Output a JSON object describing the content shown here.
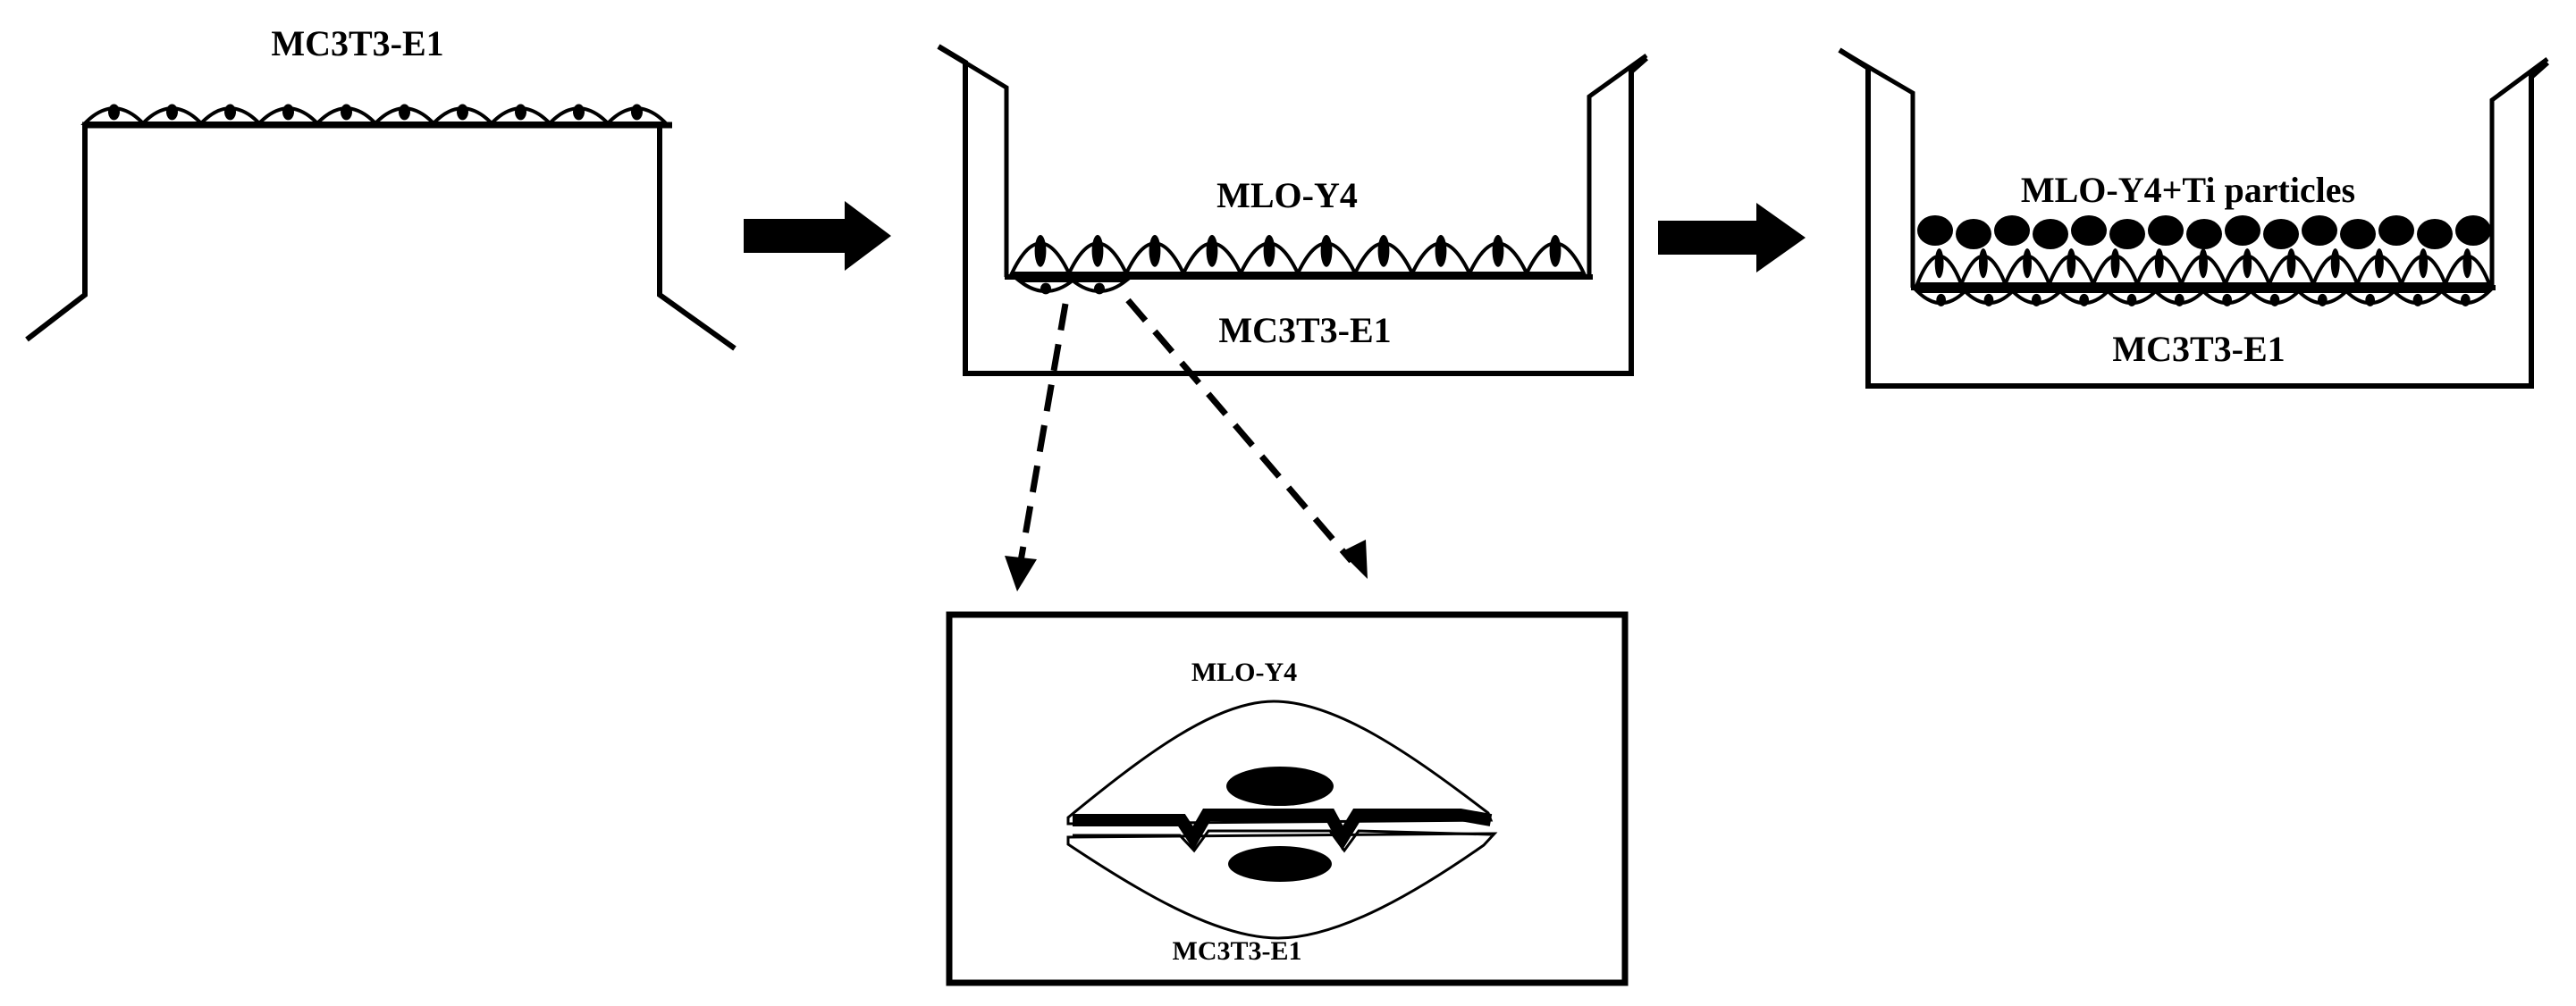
{
  "colors": {
    "ink": "#000000",
    "paper": "#ffffff"
  },
  "panel1": {
    "cell_label": "MC3T3-E1"
  },
  "panel2": {
    "top_label": "MLO-Y4",
    "bottom_label": "MC3T3-E1"
  },
  "panel3": {
    "top_label": "MLO-Y4+Ti particles",
    "bottom_label": "MC3T3-E1"
  },
  "inset": {
    "top_label": "MLO-Y4",
    "bottom_label": "MC3T3-E1"
  },
  "icons": {
    "arrow": "right-arrow-icon",
    "dashed_arrow": "dashed-arrow-icon",
    "cell": "cell-icon",
    "particle": "ti-particle-icon"
  }
}
